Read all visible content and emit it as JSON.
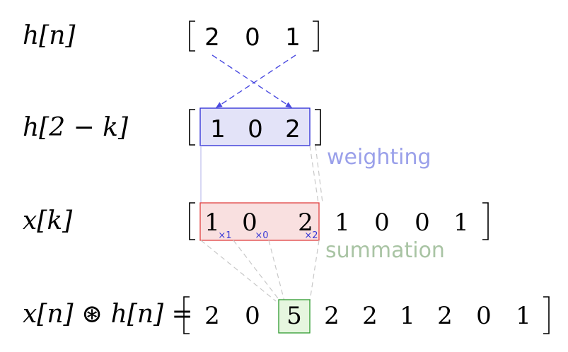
{
  "labels": {
    "h": "h[n]",
    "hflip": "h[2 − k]",
    "x": "x[k]",
    "y": "x[n] ⊛ h[n] ="
  },
  "h_values": [
    "2",
    "0",
    "1"
  ],
  "hflip_values": [
    "1",
    "0",
    "2"
  ],
  "x_values": [
    "1",
    "0",
    "2",
    "1",
    "0",
    "0",
    "1"
  ],
  "multipliers": [
    "×1",
    "×0",
    "×2"
  ],
  "result_values": [
    "2",
    "0",
    "5",
    "2",
    "2",
    "1",
    "2",
    "0",
    "1"
  ],
  "highlight_index": 2,
  "annotations": {
    "weighting": "weighting",
    "summation": "summation"
  },
  "colors": {
    "blue_stroke": "#2b2bd6",
    "blue_fill": "#e3e3f8",
    "blue_text": "#9aa0ea",
    "red_stroke": "#e04040",
    "red_fill": "#f9e0e0",
    "green_stroke": "#2e9a2e",
    "green_fill": "#e6f6df",
    "green_text": "#a9c4a4",
    "dash_gray": "#c8c8c8",
    "arrow_blue": "#4a4ae0"
  }
}
